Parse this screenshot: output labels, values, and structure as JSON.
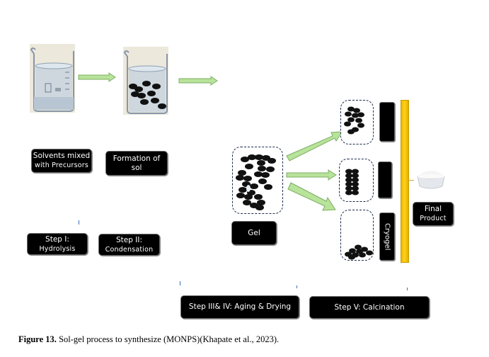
{
  "figure": {
    "caption_label": "Figure 13.",
    "caption_text": " Sol-gel process to synthesize (MONPS)(Khapate et al., 2023)."
  },
  "stages": [
    {
      "id": "solvents",
      "label_line1": "Solvents mixed",
      "label_line2": "with Precursors",
      "image": "beaker-clear"
    },
    {
      "id": "sol",
      "label_line1": "Formation of",
      "label_line2": "sol",
      "image": "beaker-with-particles"
    },
    {
      "id": "gel",
      "label_line1": "Gel",
      "image": "gel-network"
    },
    {
      "id": "final",
      "label_line1": "Final",
      "label_line2": "Product",
      "image": "powder-bowl"
    }
  ],
  "steps": [
    {
      "line1": "Step I:",
      "line2": "Hydrolysis"
    },
    {
      "line1": "Step II:",
      "line2": "Condensation"
    },
    {
      "line1": "Step III& IV: Aging & Drying"
    },
    {
      "line1": "Step V: Calcination"
    }
  ],
  "dried_products": [
    {
      "label": "",
      "image": "particle-cluster"
    },
    {
      "label": "",
      "image": "particle-stack"
    },
    {
      "label": "Cryogel",
      "image": "settled-particles"
    }
  ],
  "colors": {
    "arrow_green": "#b7e39a",
    "arrow_border": "#7fae64",
    "label_bg": "#000000",
    "calcination_bar": "#ffd21a",
    "frame_border": "#1b2b4b"
  }
}
